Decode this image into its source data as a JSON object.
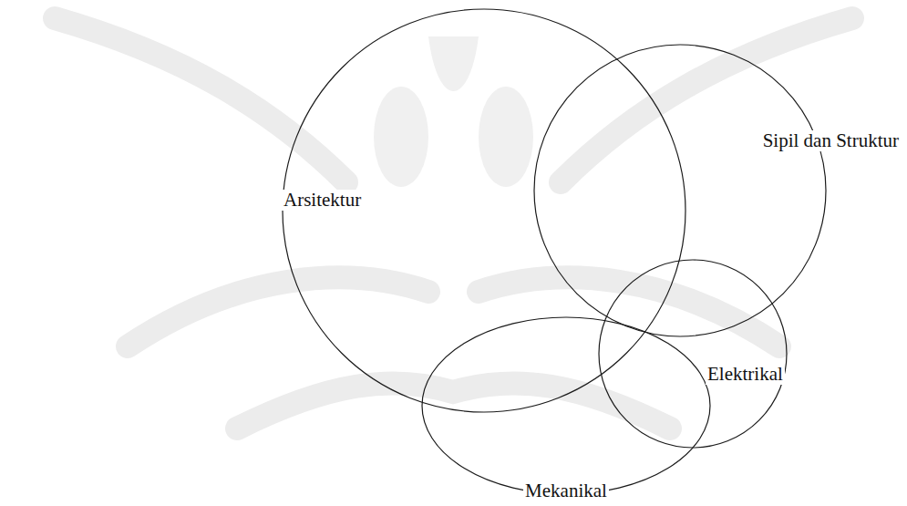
{
  "diagram": {
    "nodes": [
      {
        "text": [
          "Arsitektur"
        ]
      },
      {
        "text": [
          "Sipil dan Struktur"
        ]
      },
      {
        "text": [
          "Elektrikal"
        ]
      },
      {
        "text": [
          "Mekanikal"
        ]
      }
    ]
  }
}
